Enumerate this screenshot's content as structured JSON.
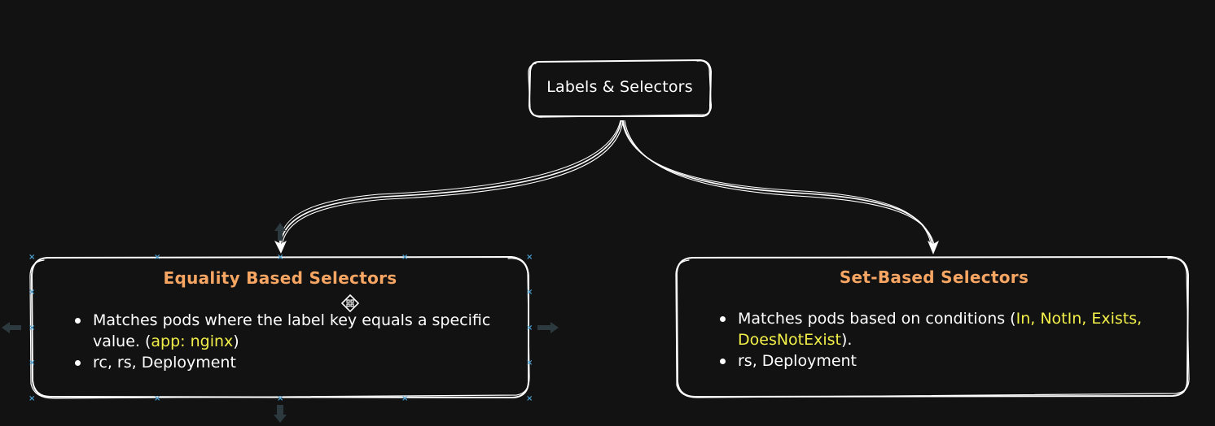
{
  "diagram": {
    "root": {
      "label": "Labels & Selectors"
    },
    "left_box": {
      "title": "Equality Based Selectors",
      "items": [
        {
          "text": "Matches pods where the label key equals a specific value. (",
          "highlight": "app: nginx",
          "suffix": ")"
        },
        {
          "text": "rc, rs, Deployment",
          "highlight": "",
          "suffix": ""
        }
      ],
      "selected": true
    },
    "right_box": {
      "title": "Set-Based Selectors",
      "items": [
        {
          "text": "Matches pods based on conditions (",
          "highlight": "In, NotIn, Exists, DoesNotExist",
          "suffix": ")."
        },
        {
          "text": "rs, Deployment",
          "highlight": "",
          "suffix": ""
        }
      ],
      "selected": false
    },
    "edges": [
      {
        "from": "root",
        "to": "left_box"
      },
      {
        "from": "root",
        "to": "right_box"
      }
    ]
  },
  "colors": {
    "background": "#121212",
    "stroke": "#ffffff",
    "title": "#f6a563",
    "highlight": "#f3f04a",
    "selection_handle": "#4a9fd0",
    "connector_arrow": "#2c3a40"
  }
}
